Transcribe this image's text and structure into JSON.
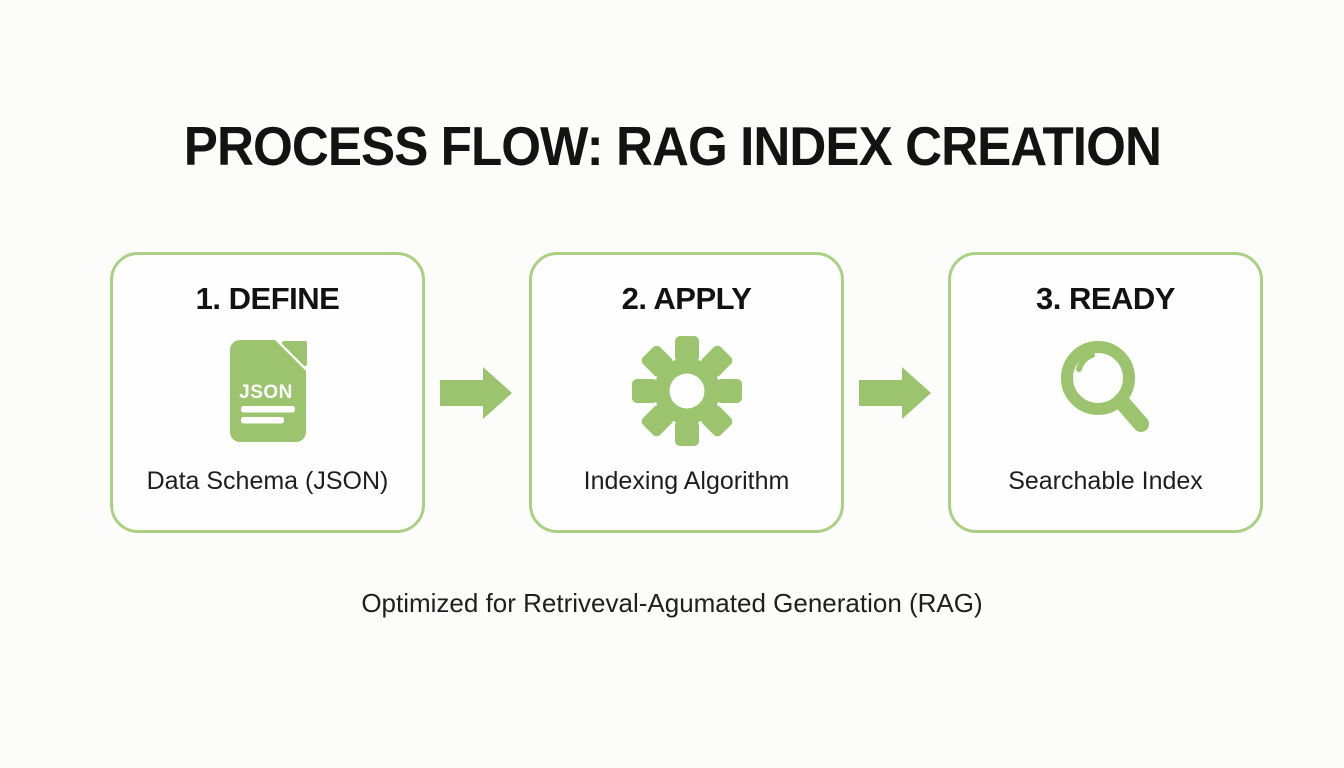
{
  "title": "PROCESS FLOW: RAG INDEX CREATION",
  "caption": "Optimized for Retriveval-Agumated Generation (RAG)",
  "colors": {
    "green": "#9cc46f",
    "box_border": "#abd083",
    "background": "#fcfcfb",
    "title_text": "#131313",
    "body_text": "#1e1e1e"
  },
  "steps": [
    {
      "heading": "1. DEFINE",
      "label": "Data Schema (JSON)",
      "icon": "json-document-icon",
      "icon_text": "JSON"
    },
    {
      "heading": "2. APPLY",
      "label": "Indexing Algorithm",
      "icon": "gear-icon"
    },
    {
      "heading": "3. READY",
      "label": "Searchable Index",
      "icon": "magnifier-icon"
    }
  ],
  "connector": {
    "icon": "right-arrow-icon"
  }
}
